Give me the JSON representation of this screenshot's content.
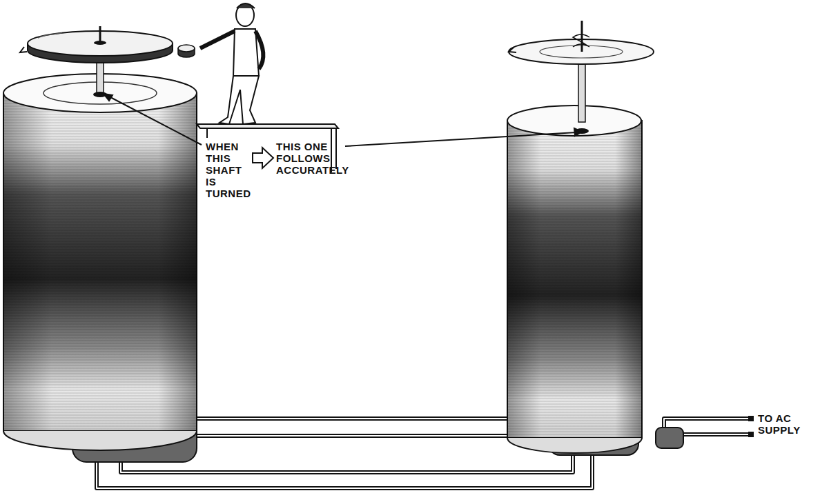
{
  "diagram": {
    "labels": [
      "WHEN THIS SHAFT IS TURNED",
      "THIS ONE FOLLOWS ACCURATELY",
      "TO AC SUPPLY"
    ]
  }
}
